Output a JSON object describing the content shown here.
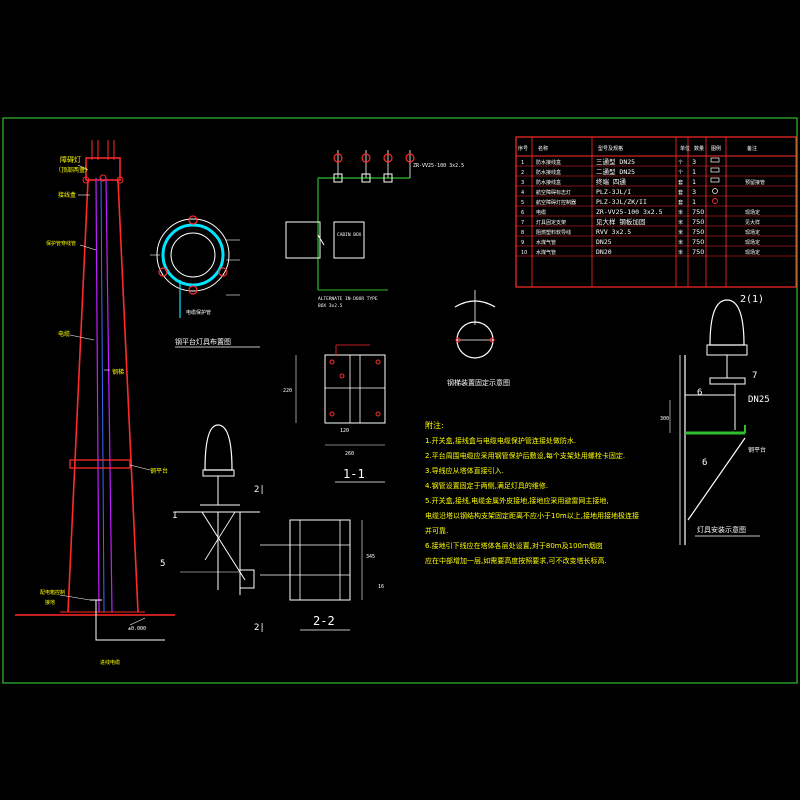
{
  "colors": {
    "background": "#000000",
    "frame": "#2fbf2f",
    "line": "#ffffff",
    "accent": "#ff2a2a",
    "cyan": "#00e5ff",
    "green": "#2fbf2f",
    "yellow": "#ffff00",
    "magenta": "#c020ff",
    "blue": "#3a6bff"
  },
  "chimney": {
    "label_lamp": "障碍灯",
    "label_lamp2": "（顶部两盏）",
    "label_a": "接线盒",
    "label_b": "保护管穿线管",
    "label_c": "电缆",
    "label_d": "钢梯",
    "label_e": "钢平台",
    "label_f": "配电箱控制",
    "label_g": "接地",
    "label_h": "±0.000",
    "label_i": "进线电缆"
  },
  "platform_plan": {
    "caption": "钢平台灯具布置图",
    "label_right": "电缆保护管"
  },
  "wiring": {
    "top_label": "ZR-VV25-100 3x2.5",
    "box_label": "CABIN BOX",
    "bottom_label": "ALTERNATE IN-DOOR TYPE",
    "bottom_sub": "BOX 3x2.5"
  },
  "mount_detail": {
    "caption": "钢梯装置固定示意图"
  },
  "section11": {
    "title": "1-1",
    "dim_h": "220",
    "dim_w": "120",
    "dim_w2": "260"
  },
  "section22": {
    "title": "2-2",
    "mark_a": "2|",
    "mark_b": "1",
    "mark_c": "5",
    "mark_d": "2|",
    "dim_a": "345",
    "dim_b": "16"
  },
  "notes": {
    "heading": "附注:",
    "items": [
      "1.开关盒,接线盒与电缆电缆保护管连接处做防水.",
      "2.平台周围电缆应采用钢管保护后敷设,每个支架处用螺栓卡固定.",
      "3.导线应从塔体直接引入.",
      "4.钢管设置固定于两侧,满足灯具的维修.",
      "5.开关盒,接线,电缆金属外皮接地,接地应采用避雷网主接地,",
      "  电缆沿塔以钢结构支架固定距离不应小于10m以上,接地用接地极连接",
      "  并可靠.",
      "6.接地引下线应在塔体各层处设置,对于80m及100m烟囱",
      "  应在中部增加一层,如需要高度按照要求,可不改变塔长标高."
    ]
  },
  "lamp_install": {
    "caption": "灯具安装示意图",
    "label_top": "2(1)",
    "label_7": "7",
    "label_dn": "DN25",
    "label_6a": "6",
    "label_6b": "6",
    "label_plat": "钢平台",
    "dim": "300"
  },
  "table": {
    "headers": [
      "序号",
      "名称",
      "型号及规格",
      "单位",
      "数量",
      "图例",
      "备注"
    ],
    "rows": [
      [
        "1",
        "防水接线盒",
        "三通型 DN25",
        "个",
        "3",
        "",
        ""
      ],
      [
        "2",
        "防水接线盒",
        "二通型 DN25",
        "个",
        "1",
        "",
        ""
      ],
      [
        "3",
        "防水接线盒",
        "终端 四通",
        "套",
        "1",
        "",
        "预留接管"
      ],
      [
        "4",
        "航空障碍标志灯",
        "PLZ-3JL/I",
        "套",
        "3",
        "",
        ""
      ],
      [
        "5",
        "航空障碍灯控制器",
        "PLZ-3JL/ZK/II",
        "套",
        "1",
        "",
        ""
      ],
      [
        "6",
        "电缆",
        "ZR-VV25-100 3x2.5",
        "米",
        "750",
        "",
        "现场定"
      ],
      [
        "7",
        "灯具固定支架",
        "见大样 钢板加固",
        "米",
        "750",
        "",
        "见大样"
      ],
      [
        "8",
        "阻燃塑料软导线",
        "RVV 3x2.5",
        "米",
        "750",
        "",
        "现场定"
      ],
      [
        "9",
        "水煤气管",
        "DN25",
        "米",
        "750",
        "",
        "现场定"
      ],
      [
        "10",
        "水煤气管",
        "DN20",
        "米",
        "750",
        "",
        "现场定"
      ]
    ]
  }
}
